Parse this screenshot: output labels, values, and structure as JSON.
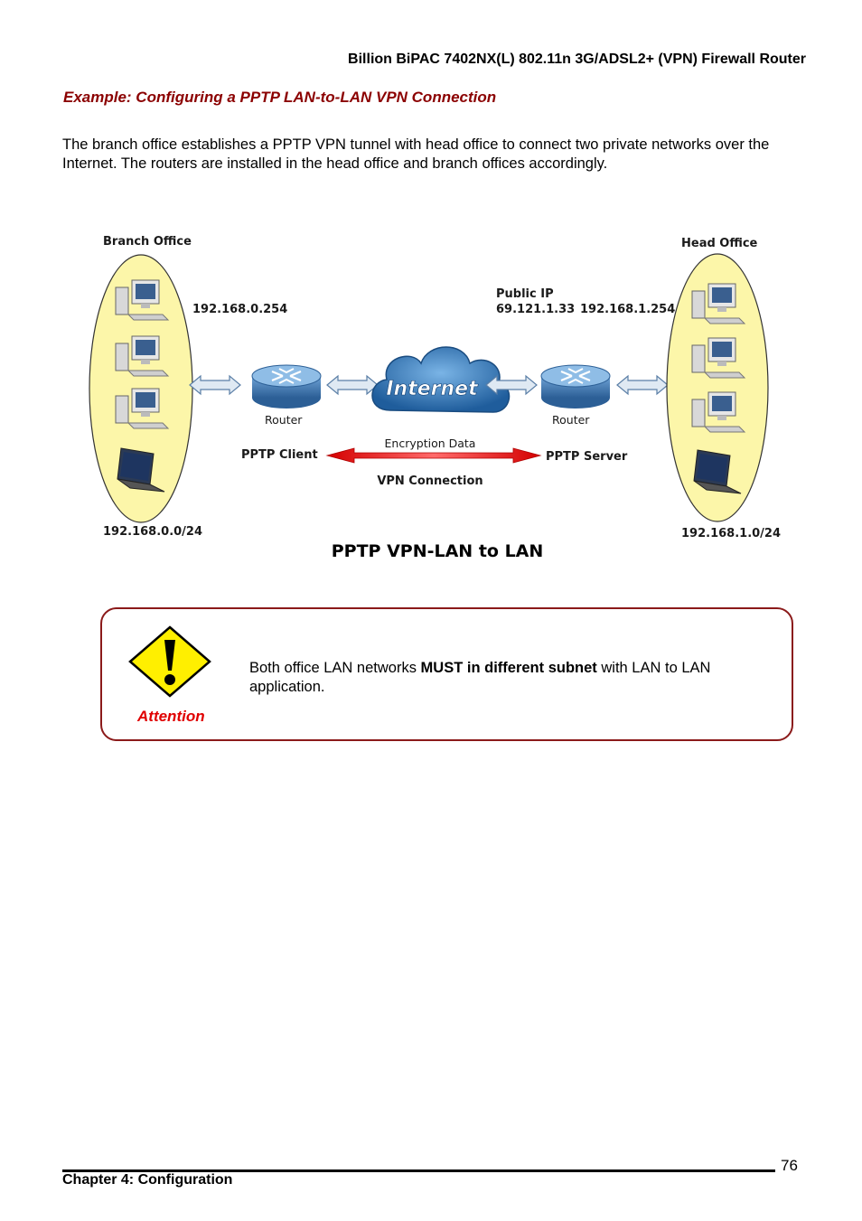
{
  "header": {
    "title": "Billion BiPAC 7402NX(L) 802.11n 3G/ADSL2+ (VPN) Firewall Router"
  },
  "section": {
    "title": "Example: Configuring a PPTP LAN-to-LAN VPN Connection"
  },
  "intro": {
    "text": "The branch office establishes a PPTP VPN tunnel with head office to connect two private networks over the Internet. The routers are installed in the head office and branch offices accordingly."
  },
  "diagram": {
    "branch_office": "Branch Office",
    "head_office": "Head Office",
    "branch_gateway_ip": "192.168.0.254",
    "public_ip_label": "Public IP",
    "public_ip": "69.121.1.33",
    "head_gateway_ip": "192.168.1.254",
    "internet": "Internet",
    "router_left": "Router",
    "router_right": "Router",
    "pptp_client": "PPTP Client",
    "pptp_server": "PPTP Server",
    "encryption_data": "Encryption Data",
    "vpn_connection": "VPN Connection",
    "branch_subnet": "192.168.0.0/24",
    "head_subnet": "192.168.1.0/24",
    "caption": "PPTP VPN-LAN to LAN"
  },
  "attention": {
    "label": "Attention",
    "text_before": "Both office LAN networks ",
    "text_bold": "MUST in different subnet",
    "text_after": " with LAN to LAN application."
  },
  "footer": {
    "page_number": "76",
    "chapter": "Chapter 4: Configuration"
  }
}
